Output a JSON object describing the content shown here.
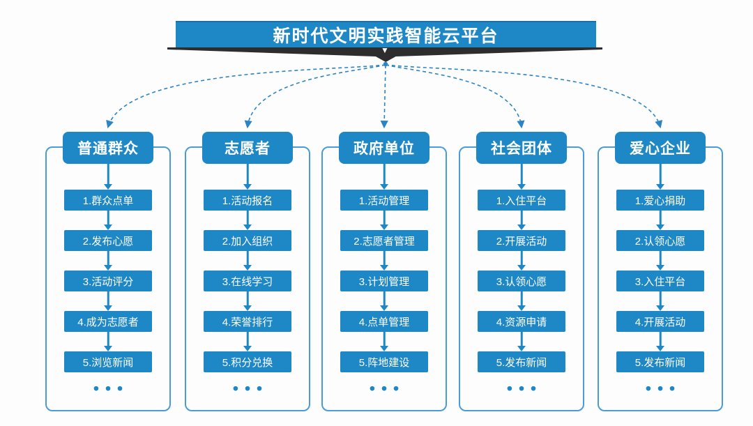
{
  "header": {
    "title": "新时代文明实践智能云平台",
    "chevron": "▼"
  },
  "colors": {
    "primary_blue": "#1e87c6",
    "frame_border": "#4a9cd6",
    "ribbon_dark": "#2d2d2d",
    "dashed_arrow": "#2b84c6",
    "text_on_blue": "#ffffff"
  },
  "columns": [
    {
      "header": "普通群众",
      "items": [
        "1.群众点单",
        "2.发布心愿",
        "3.活动评分",
        "4.成为志愿者",
        "5.浏览新闻"
      ],
      "ellipsis": "•••"
    },
    {
      "header": "志愿者",
      "items": [
        "1.活动报名",
        "2.加入组织",
        "3.在线学习",
        "4.荣誉排行",
        "5.积分兑换"
      ],
      "ellipsis": "•••"
    },
    {
      "header": "政府单位",
      "items": [
        "1.活动管理",
        "2.志愿者管理",
        "3.计划管理",
        "4.点单管理",
        "5.阵地建设"
      ],
      "ellipsis": "•••"
    },
    {
      "header": "社会团体",
      "items": [
        "1.入住平台",
        "2.开展活动",
        "3.认领心愿",
        "4.资源申请",
        "5.发布新闻"
      ],
      "ellipsis": "•••"
    },
    {
      "header": "爱心企业",
      "items": [
        "1.爱心捐助",
        "2.认领心愿",
        "3.入住平台",
        "4.开展活动",
        "5.发布新闻"
      ],
      "ellipsis": "•••"
    }
  ]
}
